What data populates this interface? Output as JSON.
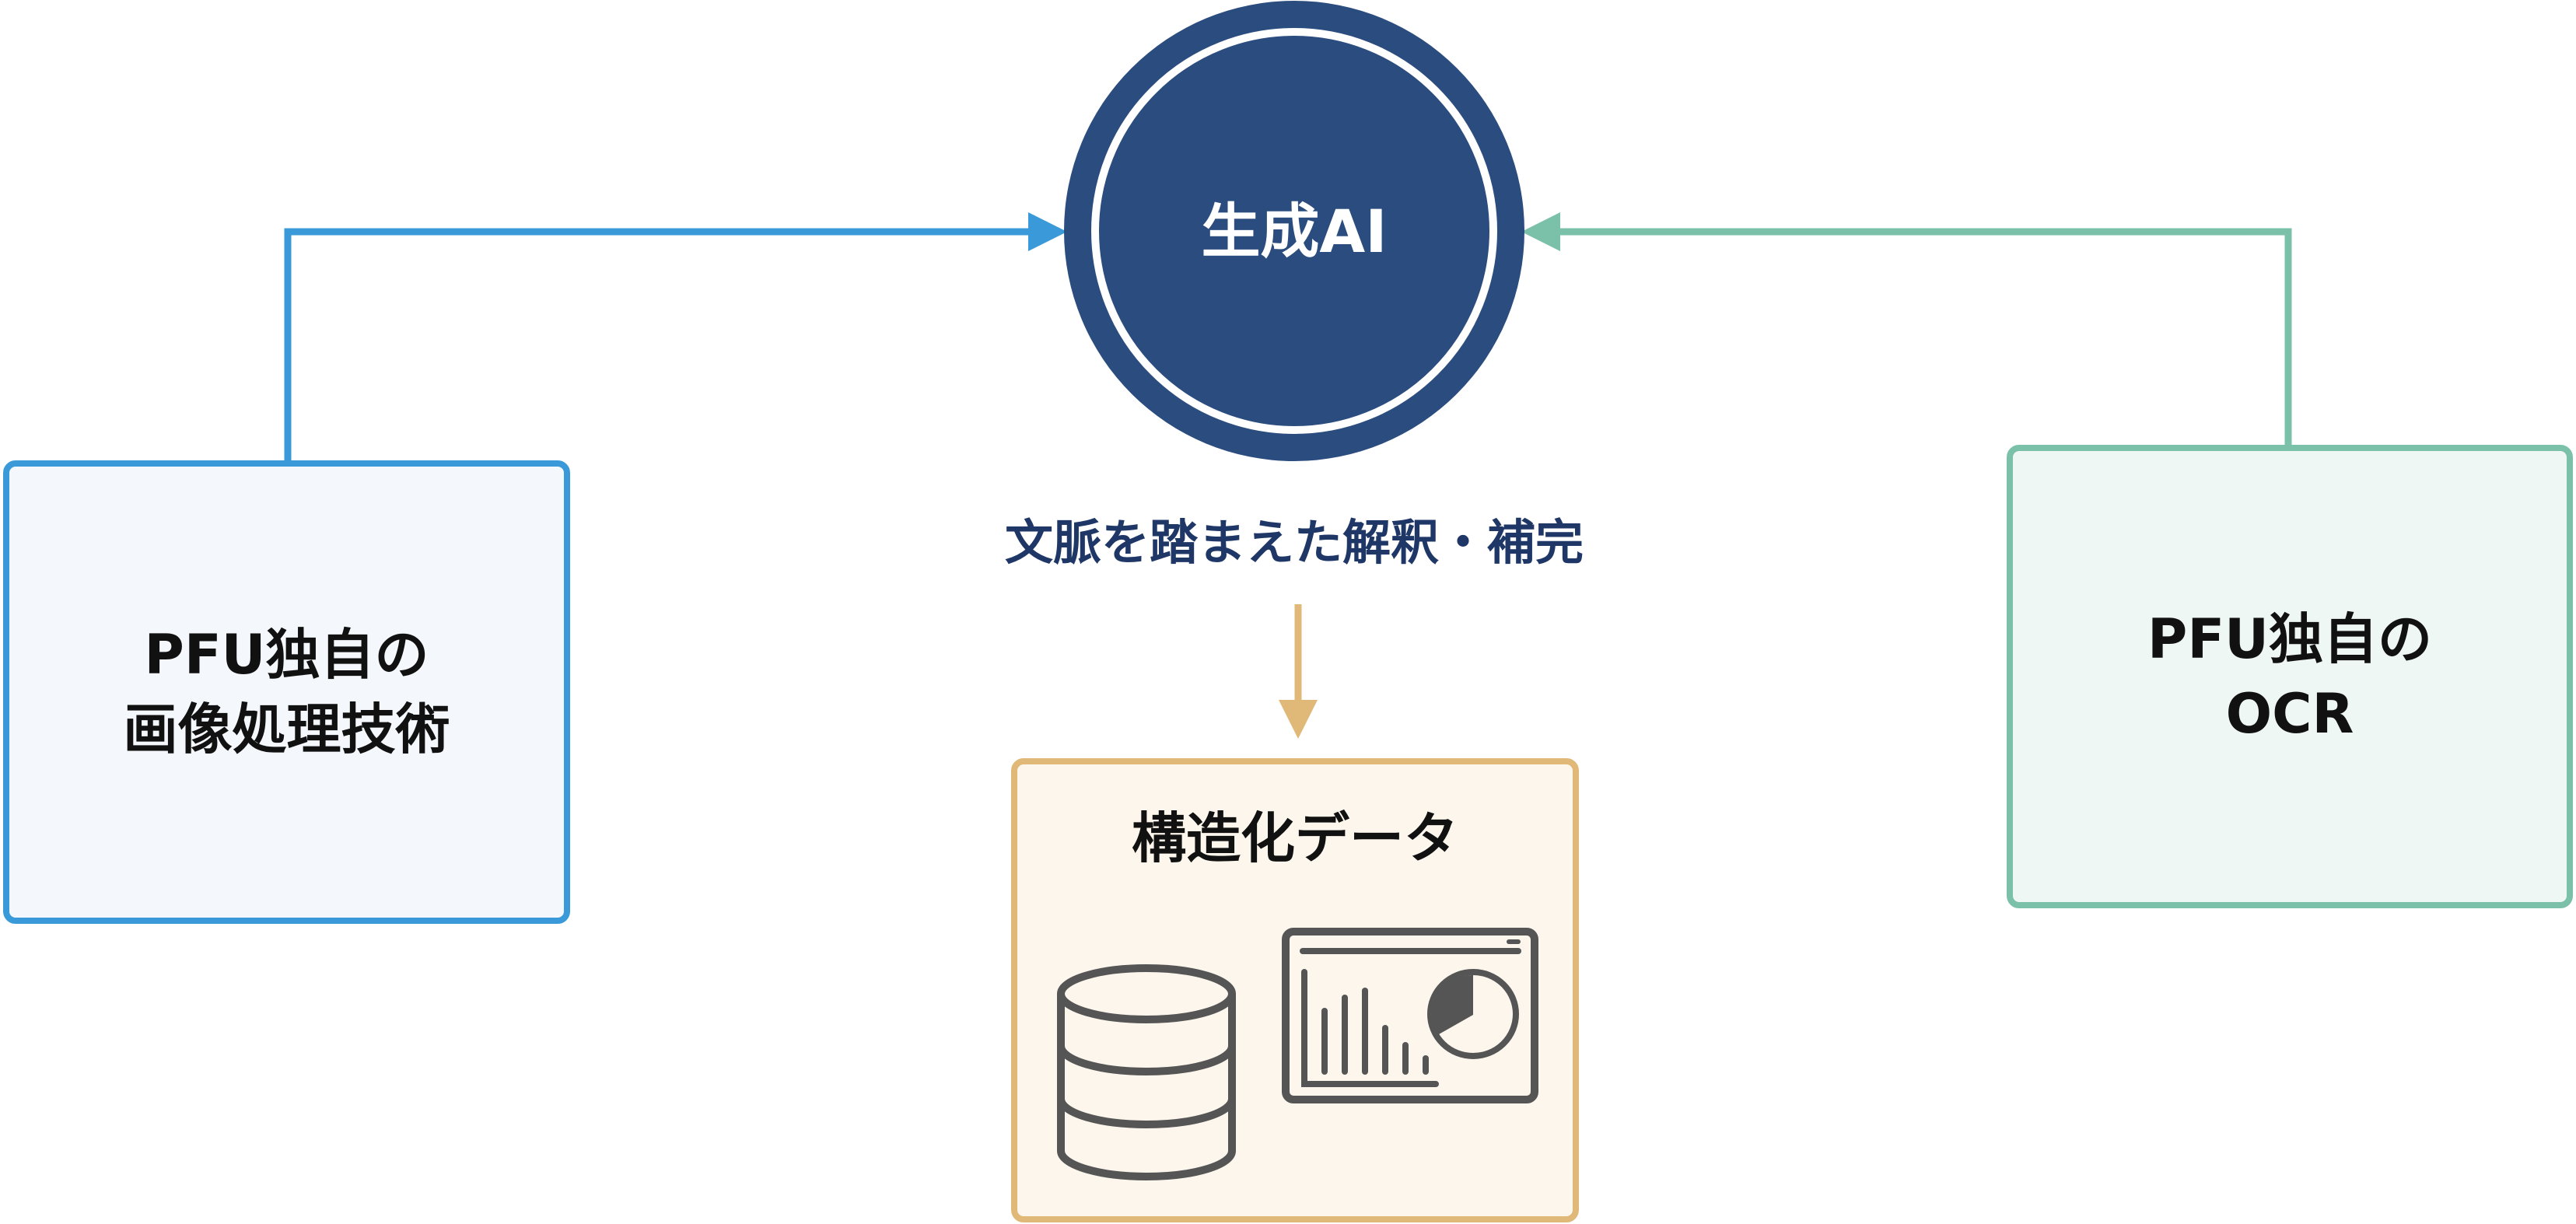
{
  "center_node": {
    "label": "生成AI",
    "color": "#2b4c7e"
  },
  "left_node": {
    "line1": "PFU独自の",
    "line2": "画像処理技術",
    "color": "#3a9ad9"
  },
  "right_node": {
    "line1": "PFU独自の",
    "line2": "OCR",
    "color": "#7bc0a8"
  },
  "process_label": "文脈を踏まえた解釈・補完",
  "output_node": {
    "title": "構造化データ",
    "color": "#e0b878",
    "icons": [
      "database-icon",
      "dashboard-chart-icon"
    ]
  }
}
